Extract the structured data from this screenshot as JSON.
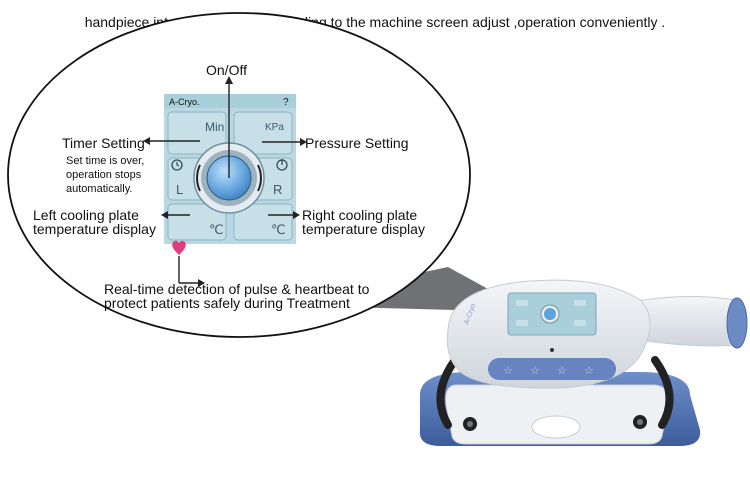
{
  "headline": "handpiece interface upgrade according to the machine screen adjust ,operation conveniently .",
  "screen": {
    "title": "A-Cryo.",
    "help": "?",
    "min": "Min",
    "kpa": "KPa",
    "left": "L",
    "right": "R",
    "celsius_left": "℃",
    "celsius_right": "℃"
  },
  "callouts": {
    "on_off": "On/Off",
    "timer_title": "Timer Setting",
    "timer_desc_1": "Set time is over,",
    "timer_desc_2": "operation stops",
    "timer_desc_3": "automatically.",
    "pressure": "Pressure Setting",
    "left_temp_1": "Left cooling plate",
    "left_temp_2": "temperature display",
    "right_temp_1": "Right cooling plate",
    "right_temp_2": "temperature display",
    "pulse_1": "Real-time detection of pulse & heartbeat to",
    "pulse_2": "protect patients safely during Treatment"
  },
  "colors": {
    "screen_bg": "#a9cfdb",
    "button_bg": "#c7e0e8",
    "knob": "#5ea2dc",
    "device_body": "#e9ecf0",
    "device_blue": "#5a78b6"
  }
}
